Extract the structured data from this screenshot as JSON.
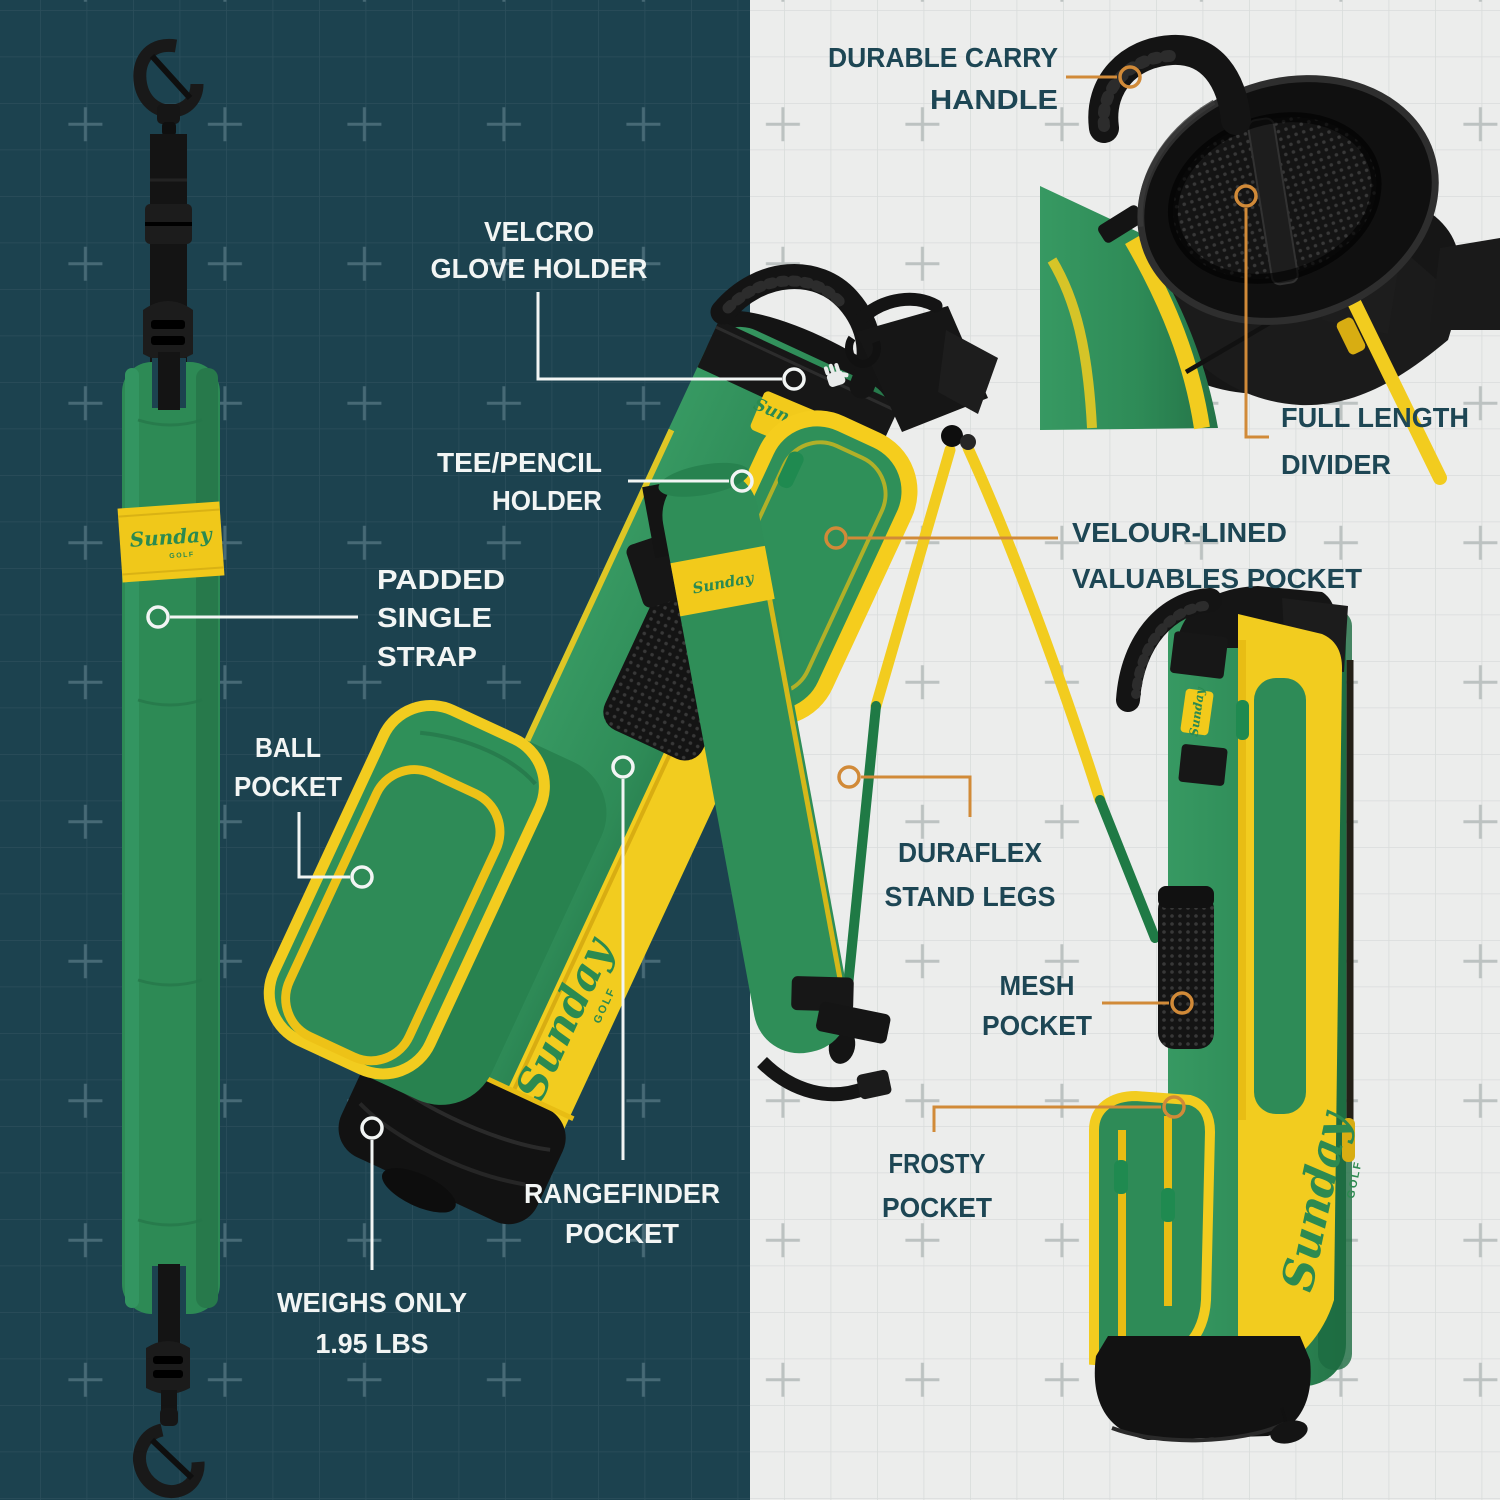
{
  "brand": {
    "script": "Sunday",
    "sub": "GOLF"
  },
  "labels": {
    "velcro_glove_holder": {
      "lines": [
        "VELCRO",
        "GLOVE HOLDER"
      ]
    },
    "tee_pencil_holder": {
      "lines": [
        "TEE/PENCIL",
        "HOLDER"
      ]
    },
    "padded_single_strap": {
      "lines": [
        "PADDED",
        "SINGLE",
        "STRAP"
      ]
    },
    "ball_pocket": {
      "lines": [
        "BALL",
        "POCKET"
      ]
    },
    "weighs_only": {
      "lines": [
        "WEIGHS ONLY",
        "1.95 LBS"
      ]
    },
    "rangefinder_pocket": {
      "lines": [
        "RANGEFINDER",
        "POCKET"
      ]
    },
    "durable_carry_handle": {
      "lines": [
        "DURABLE CARRY",
        "HANDLE"
      ]
    },
    "full_length_divider": {
      "lines": [
        "FULL LENGTH",
        "DIVIDER"
      ]
    },
    "velour_valuables_pocket": {
      "lines": [
        "VELOUR-LINED",
        "VALUABLES POCKET"
      ]
    },
    "duraflex_stand_legs": {
      "lines": [
        "DURAFLEX",
        "STAND LEGS"
      ]
    },
    "mesh_pocket": {
      "lines": [
        "MESH",
        "POCKET"
      ]
    },
    "frosty_pocket": {
      "lines": [
        "FROSTY",
        "POCKET"
      ]
    }
  },
  "colors": {
    "background_dark": "#1c424f",
    "background_light": "#ecedec",
    "grid_dark_line": "#2b4e5b",
    "grid_dark_plus": "#476a76",
    "grid_light_line": "#d9dcdb",
    "grid_light_plus": "#bcc2c1",
    "label_on_dark": "#f2f5f4",
    "label_on_light": "#1d4654",
    "leader_white": "#f2f5f4",
    "leader_orange": "#d18a38",
    "bag_green": "#2e8b57",
    "bag_yellow": "#f2cc1f",
    "hardware_black": "#161616"
  }
}
